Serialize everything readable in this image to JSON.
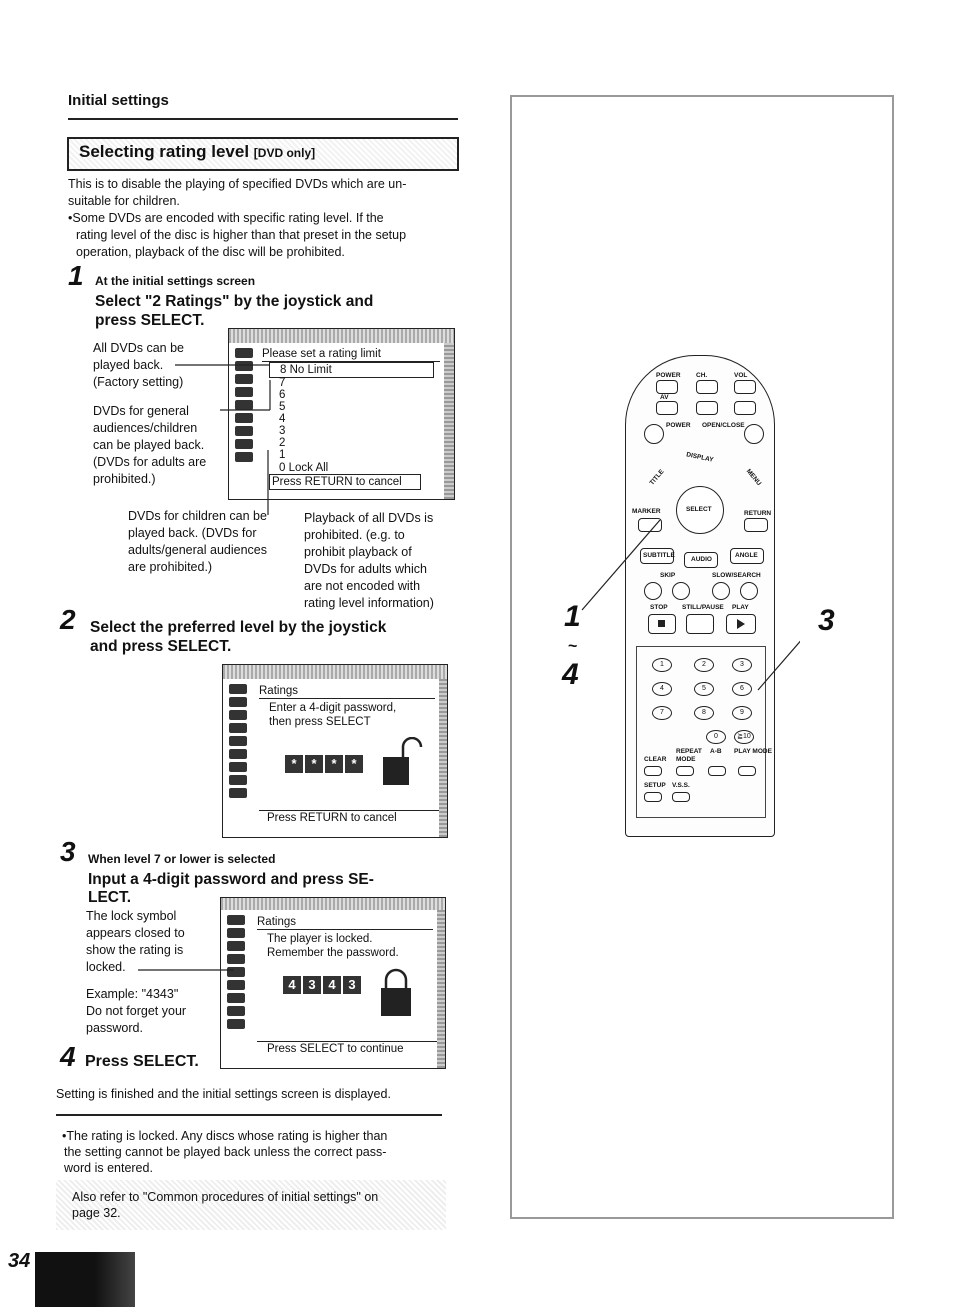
{
  "section_header": "Initial settings",
  "title": {
    "main": "Selecting rating level",
    "sub": "[DVD only]"
  },
  "intro": {
    "line1": "This is to disable the playing of specified DVDs which are un-",
    "line2": "suitable for children.",
    "bullet1": "•Some DVDs are encoded with specific rating level. If the",
    "bullet2": "rating level of the disc is higher than that preset in the setup",
    "bullet3": "operation, playback of the disc will be prohibited."
  },
  "step1": {
    "num": "1",
    "context": "At the initial settings screen",
    "instruction1": "Select \"2 Ratings\" by the joystick and",
    "instruction2": "press SELECT.",
    "screen": {
      "title": "Please set a rating limit",
      "selected": "8 No Limit",
      "levels": [
        "7",
        "6",
        "5",
        "4",
        "3",
        "2",
        "1"
      ],
      "lock": "0 Lock All",
      "footer": "Press RETURN to cancel"
    },
    "note_left1": "All DVDs can be",
    "note_left2": "played back.",
    "note_left3": "(Factory setting)",
    "note_mid1": "DVDs for general",
    "note_mid2": "audiences/children",
    "note_mid3": "can be played back.",
    "note_mid4": "(DVDs for adults are",
    "note_mid5": "prohibited.)",
    "note_b1_1": "DVDs for children can be",
    "note_b1_2": "played back. (DVDs for",
    "note_b1_3": "adults/general audiences",
    "note_b1_4": "are prohibited.)",
    "note_b2_1": "Playback of all DVDs is",
    "note_b2_2": "prohibited. (e.g. to",
    "note_b2_3": "prohibit playback of",
    "note_b2_4": "DVDs for adults which",
    "note_b2_5": "are not encoded with",
    "note_b2_6": "rating level information)"
  },
  "step2": {
    "num": "2",
    "instruction1": "Select the preferred level by the joystick",
    "instruction2": "and press SELECT.",
    "screen": {
      "title": "Ratings",
      "msg1": "Enter a 4-digit password,",
      "msg2": "then press SELECT",
      "cells": [
        "*",
        "*",
        "*",
        "*"
      ],
      "footer": "Press RETURN to cancel"
    }
  },
  "step3": {
    "num": "3",
    "context": "When level 7 or lower is selected",
    "instruction1": "Input a 4-digit password and press SE-",
    "instruction2": "LECT.",
    "note1": "The lock symbol",
    "note2": "appears closed to",
    "note3": "show the rating is",
    "note4": "locked.",
    "example1": "Example: \"4343\"",
    "example2": "Do not forget your",
    "example3": "password.",
    "screen": {
      "title": "Ratings",
      "msg1": "The player is locked.",
      "msg2": "Remember the password.",
      "cells": [
        "4",
        "3",
        "4",
        "3"
      ],
      "footer": "Press SELECT to continue"
    }
  },
  "step4": {
    "num": "4",
    "instruction": "Press SELECT."
  },
  "finish": "Setting is finished and the initial settings screen is displayed.",
  "lock_note1": "•The rating is locked. Any discs whose rating is higher than",
  "lock_note2": "the setting cannot be played back unless the correct pass-",
  "lock_note3": "word is entered.",
  "refer1": "Also refer to \"Common procedures of initial settings\" on",
  "refer2": "page 32.",
  "remote": {
    "labels": {
      "power": "POWER",
      "ch": "CH.",
      "vol": "VOL",
      "av": "AV",
      "power2": "POWER",
      "open": "OPEN/CLOSE",
      "display": "DISPLAY",
      "title": "TITLE",
      "menu": "MENU",
      "marker": "MARKER",
      "select": "SELECT",
      "return": "RETURN",
      "subtitle": "SUBTITLE",
      "audio": "AUDIO",
      "angle": "ANGLE",
      "skip": "SKIP",
      "slow": "SLOW/SEARCH",
      "stop": "STOP",
      "still": "STILL/PAUSE",
      "play": "PLAY",
      "clear": "CLEAR",
      "mode": "MODE",
      "repeat": "REPEAT",
      "ab": "A-B",
      "playmode": "PLAY MODE",
      "setup": "SETUP",
      "vss": "V.S.S."
    },
    "numbers": [
      "1",
      "2",
      "3",
      "4",
      "5",
      "6",
      "7",
      "8",
      "9",
      "0",
      "≧10"
    ]
  },
  "callouts": {
    "left_top": "1",
    "left_tilde": "~",
    "left_bottom": "4",
    "right": "3"
  },
  "page_number": "34"
}
